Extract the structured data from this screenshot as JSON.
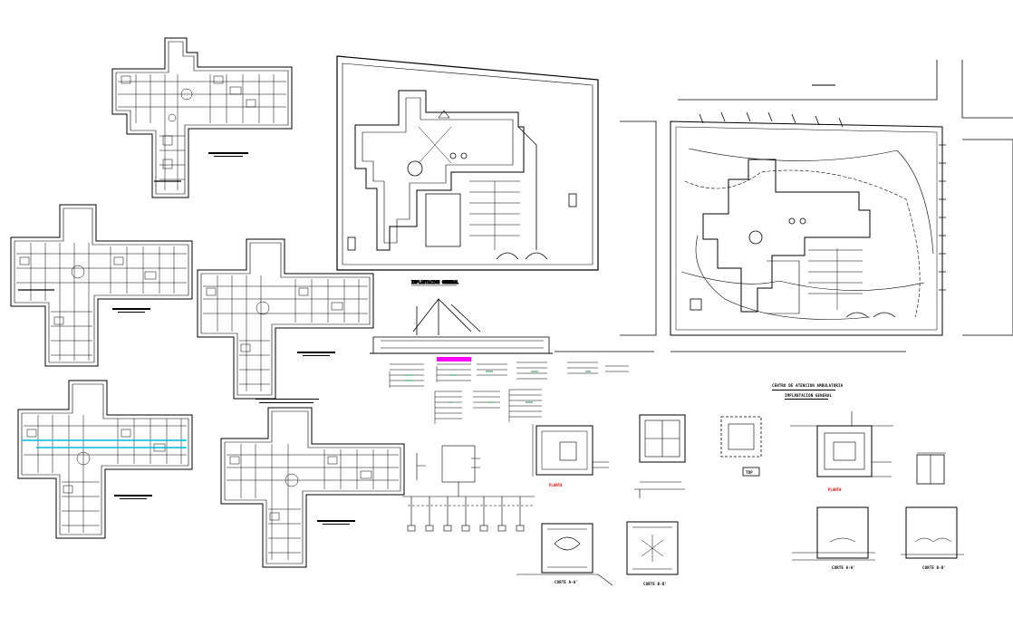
{
  "sheet": {
    "titles": {
      "site_plan": "IMPLANTACION GENERAL",
      "site_plan_right": "IMPLANTACION GENERAL",
      "center_heading_1": "CENTRO DE ATENCION AMBULATORIA",
      "detail_caption_planta": "PLANTA",
      "detail_caption_planta_right": "PLANTA",
      "detail_caption_tdp": "TDP",
      "section_a": "CORTE A-A'",
      "section_b": "CORTE B-B'",
      "section_a_right": "CORTE A-A'",
      "section_b_right": "CORTE B-B'"
    },
    "colors": {
      "line": "#000000",
      "accent_magenta": "#ff00ff",
      "accent_cyan": "#00bcd4",
      "accent_red": "#e00000",
      "accent_green": "#2e8b57"
    }
  }
}
